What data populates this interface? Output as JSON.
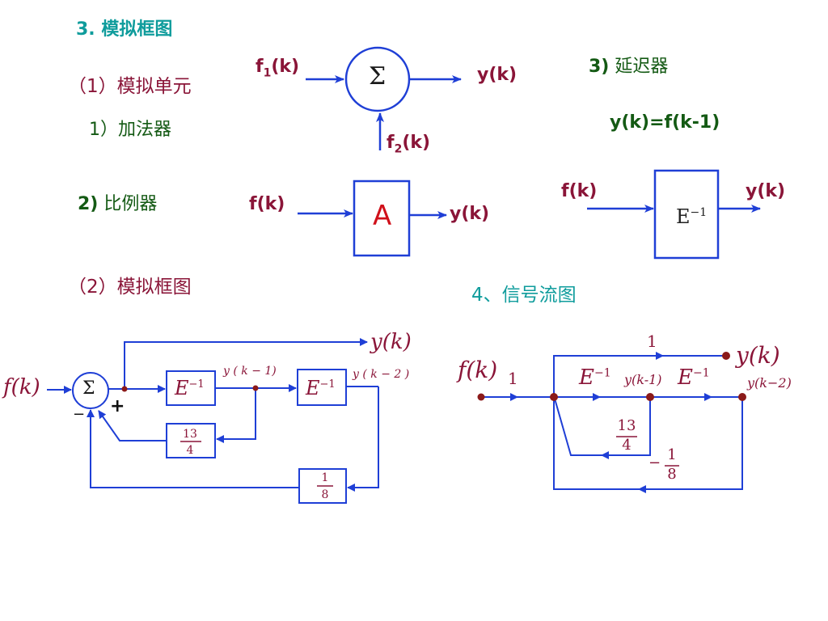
{
  "colors": {
    "title": "#0f9c9c",
    "heading": "#8a1538",
    "label": "#145a14",
    "line": "#1f3fd6",
    "node": "#8b1a1a"
  },
  "title": "3. 模拟框图",
  "section1": "（1）模拟单元",
  "adder": {
    "label": "1）加法器",
    "in1": "f1(k)",
    "in1_main": "f",
    "in1_sub": "1",
    "in1_tail": "(k)",
    "in2_main": "f",
    "in2_sub": "2",
    "in2_tail": "(k)",
    "out": "y(k)",
    "symbol": "Σ"
  },
  "scaler": {
    "label": "2) 比例器",
    "label_num": "2)",
    "label_txt": "比例器",
    "in": "f(k)",
    "out": "y(k)",
    "symbol": "A"
  },
  "delay": {
    "label_num": "3)",
    "label_txt": "延迟器",
    "equation": "y(k)=f(k-1)",
    "in": "f(k)",
    "out": "y(k)",
    "symbol": "E",
    "sup": "−1"
  },
  "section2": "（2）模拟框图",
  "section4": "4、信号流图",
  "block_diagram": {
    "input": "f(k)",
    "output": "y(k)",
    "sum": "Σ",
    "plus": "+",
    "minus": "−",
    "delay1": "E",
    "delay2": "E",
    "sup": "−1",
    "mid1": "y ( k  − 1)",
    "mid2": "y ( k  − 2 )",
    "gain1_num": "13",
    "gain1_den": "4",
    "gain2_num": "1",
    "gain2_den": "8"
  },
  "flow_graph": {
    "input": "f(k)",
    "output": "y(k)",
    "top_gain": "1",
    "in_gain": "1",
    "delay1": "E",
    "delay2": "E",
    "sup": "−1",
    "mid1": "y(k-1)",
    "mid2": "y(k−2)",
    "gain1_num": "13",
    "gain1_den": "4",
    "gain2_sign": "−",
    "gain2_num": "1",
    "gain2_den": "8"
  }
}
